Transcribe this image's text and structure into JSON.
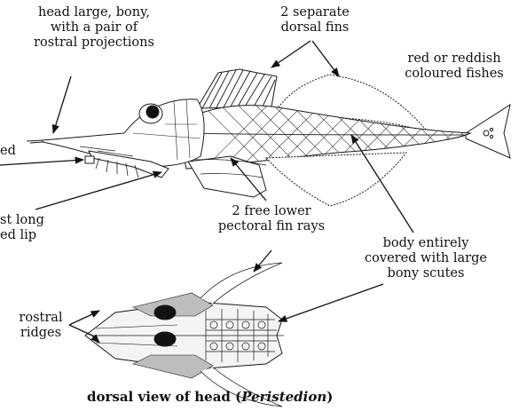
{
  "labels": {
    "head_line1": "head large, bony,",
    "head_line2": "with a pair of",
    "head_line3": "rostral projections",
    "dorsal_line1": "2 separate",
    "dorsal_line2": "dorsal fins",
    "red_line1": "red or reddish",
    "red_line2": "coloured fishes",
    "ed_fragment": "ed",
    "lip_line1": "st long",
    "lip_line2": "ed lip",
    "pect_line1": "2 free lower",
    "pect_line2": "pectoral fin rays",
    "body_line1": "body entirely",
    "body_line2": "covered with large",
    "body_line3": "bony scutes",
    "rostral_line1": "rostral",
    "rostral_line2": "ridges"
  },
  "caption": {
    "prefix": "dorsal view of head (",
    "italic": "Peristedion",
    "suffix": ")"
  },
  "colors": {
    "ink": "#111111",
    "outline": "#1a1a1a",
    "shade": "#bdbdbd"
  }
}
